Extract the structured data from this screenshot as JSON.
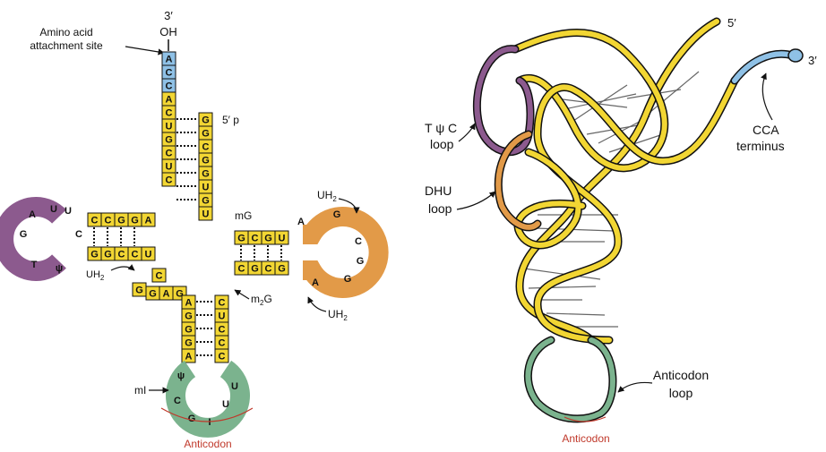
{
  "left": {
    "three_prime": "3′",
    "oh": "OH",
    "amino_label_1": "Amino acid",
    "amino_label_2": "attachment site",
    "five_prime_p": "5′ p",
    "mG": "mG",
    "uh2_right": "UH",
    "uh2_left": "UH",
    "uh2_bottom": "UH",
    "m2G": "m",
    "m2G_tail": "G",
    "subscript_2": "2",
    "mI": "mI",
    "anticodon": "Anticodon",
    "acceptor_5": [
      "G",
      "G",
      "C",
      "G",
      "G",
      "U",
      "G",
      "U"
    ],
    "acceptor_3": [
      "A",
      "C",
      "C",
      "A",
      "C",
      "U",
      "G",
      "C",
      "U",
      "C"
    ],
    "d_arm_top": [
      "C",
      "C",
      "G",
      "G",
      "A"
    ],
    "d_arm_bottom": [
      "G",
      "G",
      "C",
      "C",
      "U"
    ],
    "d_loop": [
      "G",
      "A",
      "U",
      "U",
      "C",
      "ψ",
      "T"
    ],
    "t_arm_top": [
      "G",
      "C",
      "G",
      "U"
    ],
    "t_arm_bottom": [
      "C",
      "G",
      "C",
      "G"
    ],
    "t_loop": [
      "A",
      "G",
      "C",
      "G",
      "G",
      "A"
    ],
    "anti_left": [
      "A",
      "G",
      "G",
      "G",
      "A"
    ],
    "anti_right": [
      "C",
      "U",
      "C",
      "C",
      "C"
    ],
    "anti_loop": [
      "ψ",
      "C",
      "G",
      "I",
      "U",
      "U"
    ],
    "mid_connector": [
      "G",
      "G",
      "A",
      "G",
      "C"
    ]
  },
  "right": {
    "five_prime": "5′",
    "three_prime": "3′",
    "tpsic_label_1": "T ψ C",
    "tpsic_label_2": "loop",
    "dhu_label_1": "DHU",
    "dhu_label_2": "loop",
    "cca_label_1": "CCA",
    "cca_label_2": "terminus",
    "anticodon_loop_1": "Anticodon",
    "anticodon_loop_2": "loop",
    "anticodon": "Anticodon"
  },
  "colors": {
    "yellow": "#f2d633",
    "blue": "#8fc1e6",
    "purple": "#8c5a8e",
    "orange": "#e29a48",
    "green": "#7bb38e",
    "red": "#c0392b"
  }
}
